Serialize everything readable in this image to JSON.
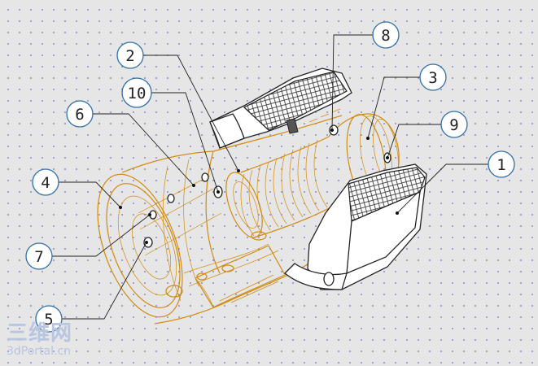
{
  "callouts": [
    "1",
    "2",
    "3",
    "4",
    "5",
    "6",
    "7",
    "8",
    "9",
    "10"
  ],
  "watermark": {
    "brand": "三维网",
    "url": "3dPortal.cn"
  },
  "colors": {
    "background": "#e6e6e6",
    "grid_dot": "#8b8fc9",
    "bubble_outline": "#2f6fa8",
    "part_outline": "#d28a10",
    "hatch_line": "#222222",
    "watermark": "#b9c6e2"
  }
}
